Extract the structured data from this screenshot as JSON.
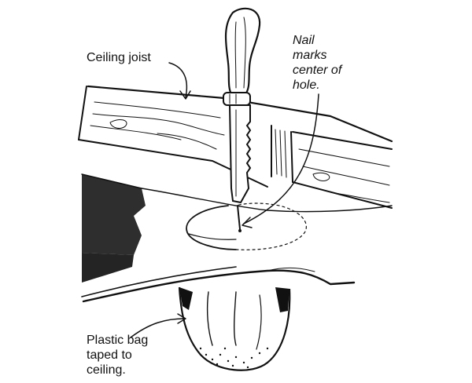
{
  "labels": {
    "ceiling_joist": "Ceiling joist",
    "nail_note": "Nail\nmarks\ncenter of\nhole.",
    "plastic_bag": "Plastic bag\ntaped to\nceiling."
  },
  "colors": {
    "ink": "#111111",
    "paper": "#ffffff"
  }
}
